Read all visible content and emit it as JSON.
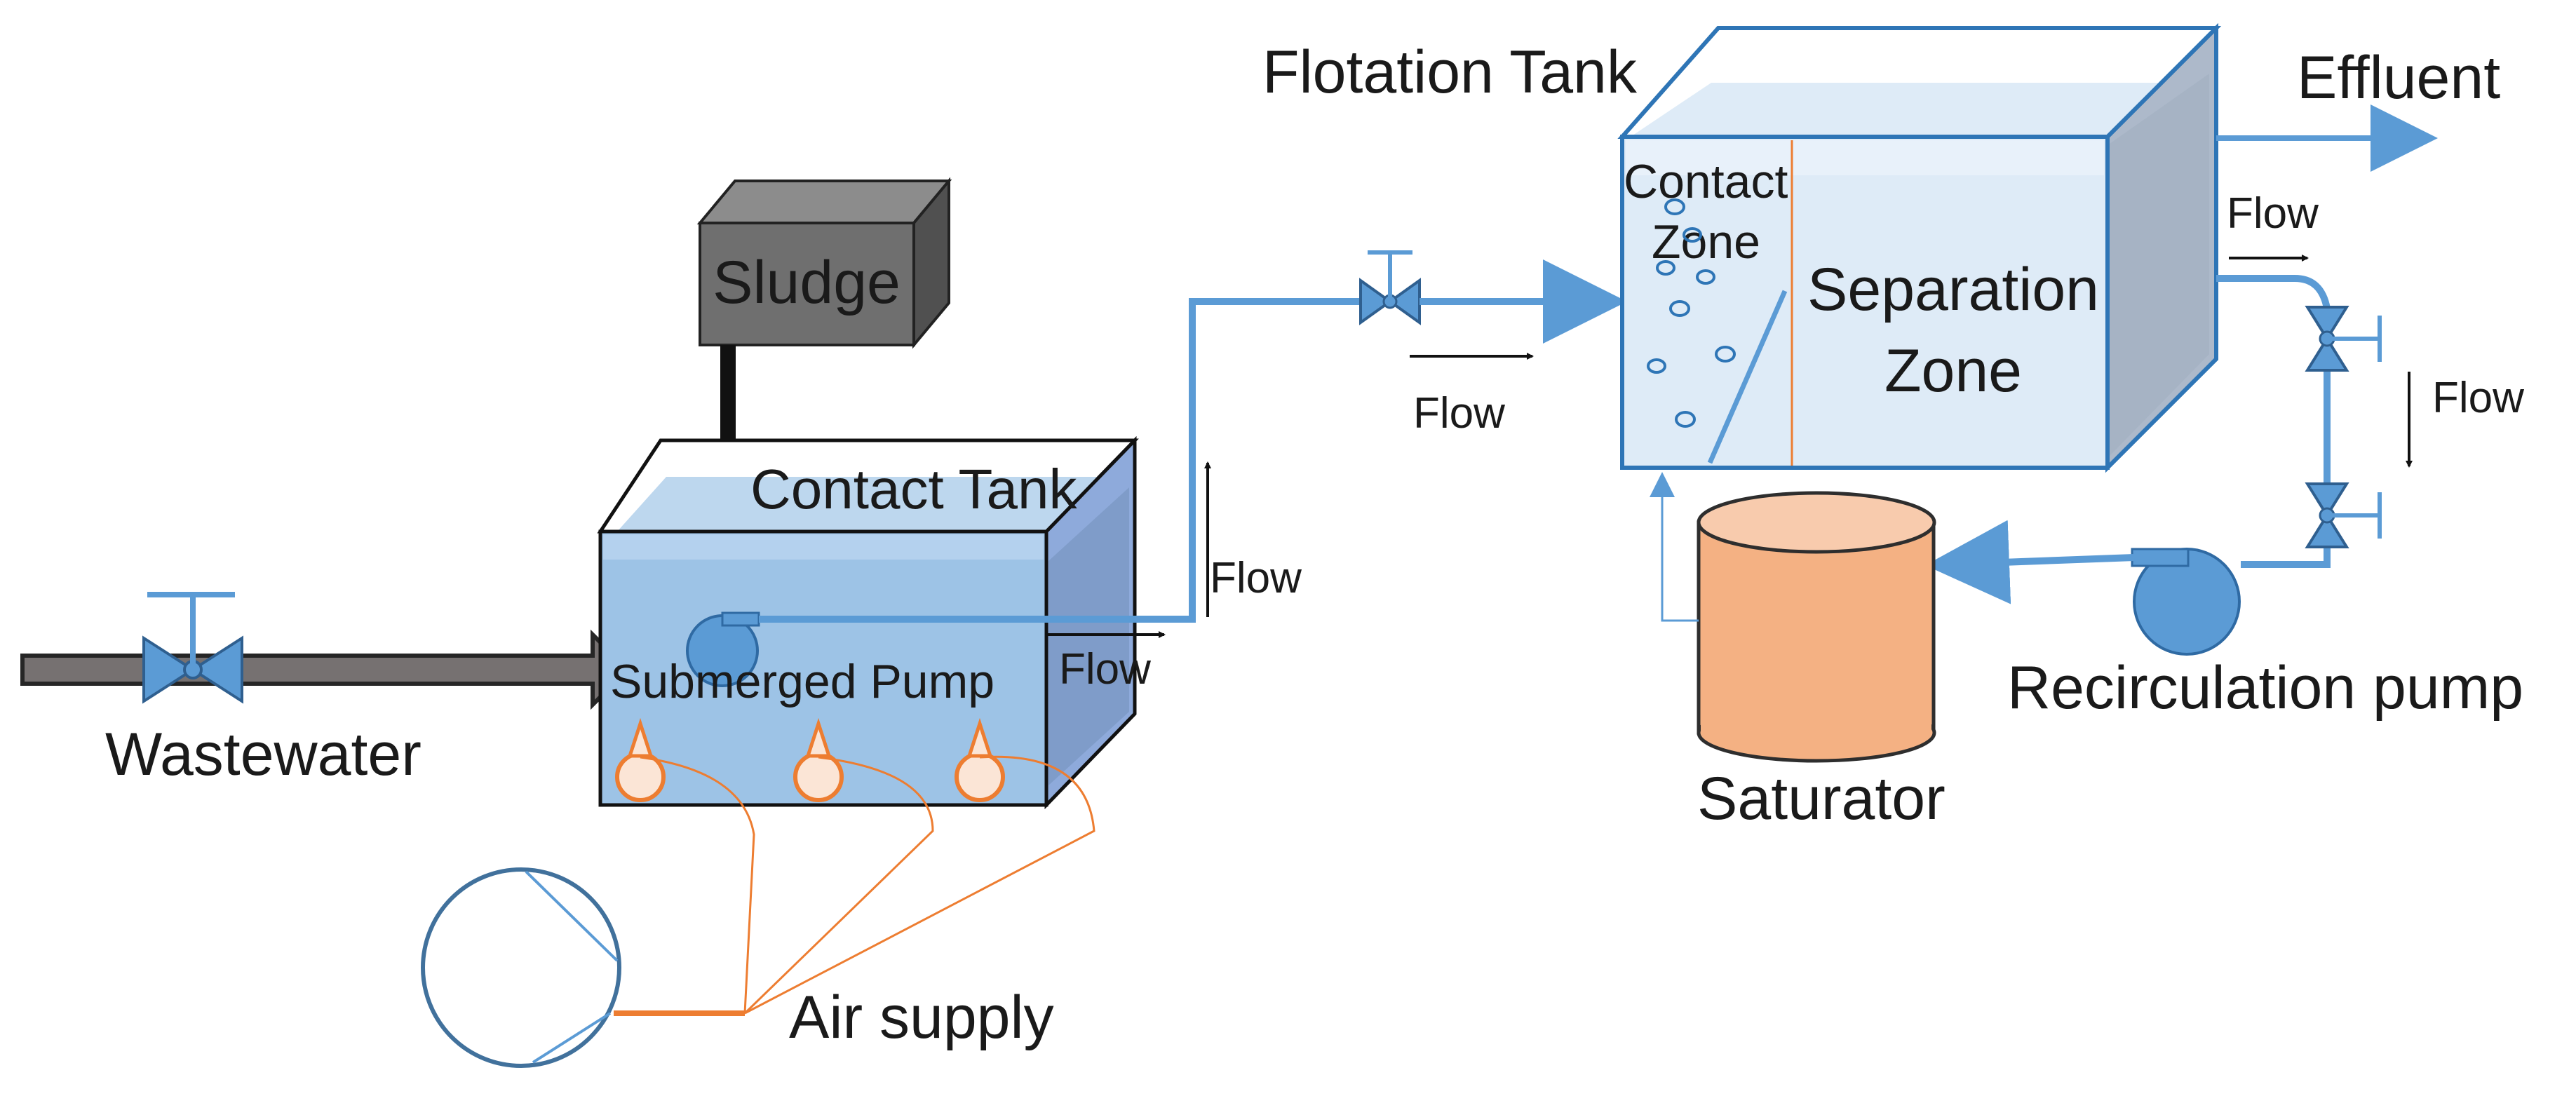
{
  "labels": {
    "sludge": "Sludge",
    "contact_tank": "Contact Tank",
    "submerged_pump": "Submerged Pump",
    "wastewater": "Wastewater",
    "air_supply": "Air supply",
    "flotation_tank": "Flotation Tank",
    "contact_zone_line1": "Contact",
    "contact_zone_line2": "Zone",
    "separation_zone_line1": "Separation",
    "separation_zone_line2": "Zone",
    "effluent": "Effluent",
    "saturator": "Saturator",
    "recirculation_pump": "Recirculation pump",
    "flow": "Flow"
  },
  "colors": {
    "pipe_blue": "#5b9bd5",
    "water_blue": "#9dc3e6",
    "water_light": "#deebf7",
    "saturator_orange": "#f4b183",
    "air_line_orange": "#ed7d31",
    "sludge_gray": "#6f6f6f",
    "arrow_gray": "#767171"
  },
  "icons": {
    "valve": "valve-icon",
    "pump": "pump-icon",
    "blower": "blower-icon",
    "diffuser": "diffuser-icon"
  }
}
